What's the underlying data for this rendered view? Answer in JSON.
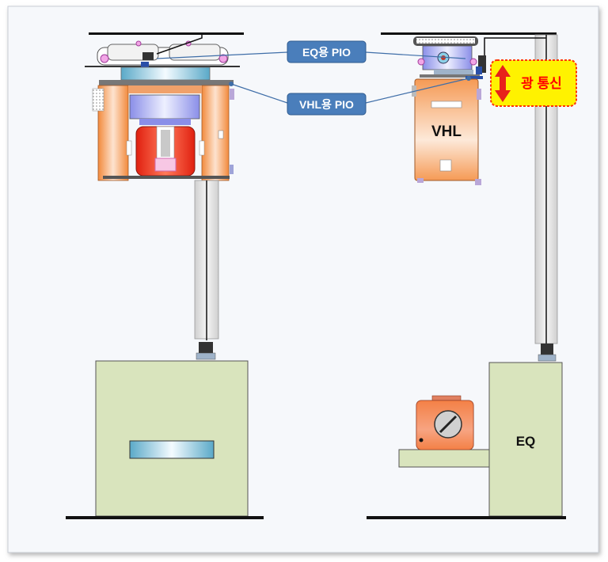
{
  "labels": {
    "eq_pio": "EQ용 PIO",
    "vhl_pio": "VHL용 PIO",
    "optical": "광 통신",
    "vhl": "VHL",
    "eq": "EQ"
  },
  "colors": {
    "label_box": "#4a7ebb",
    "optical_box": "#fff200",
    "optical_border": "#ff3300",
    "optical_text": "#ff0000",
    "vehicle_orange": "#f7a260",
    "equipment_green": "#d9e4bd",
    "arrow_red": "#e8211b"
  }
}
